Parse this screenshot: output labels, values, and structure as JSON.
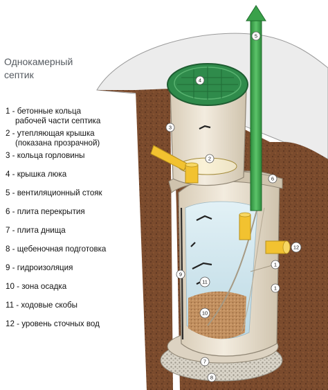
{
  "title": {
    "line1": "Однокамерный",
    "line2": "септик"
  },
  "legend": [
    {
      "num": "1",
      "text": "бетонные кольца рабочей части септика",
      "lines": [
        "1 - бетонные кольца",
        "рабочей части септика"
      ]
    },
    {
      "num": "2",
      "text": "утепляющая крышка (показана прозрачной)",
      "lines": [
        "2 - утепляющая крышка",
        "(показана прозрачной)"
      ]
    },
    {
      "num": "3",
      "text": "кольца горловины",
      "lines": [
        "3 - кольца горловины"
      ]
    },
    {
      "num": "4",
      "text": "крышка люка",
      "lines": [
        "4 - крышка люка"
      ]
    },
    {
      "num": "5",
      "text": "вентиляционный стояк",
      "lines": [
        "5 - вентиляционный стояк"
      ]
    },
    {
      "num": "6",
      "text": "плита перекрытия",
      "lines": [
        "6 - плита перекрытия"
      ]
    },
    {
      "num": "7",
      "text": "плита днища",
      "lines": [
        "7 - плита днища"
      ]
    },
    {
      "num": "8",
      "text": "щебеночная подготовка",
      "lines": [
        "8 - щебеночная подготовка"
      ]
    },
    {
      "num": "9",
      "text": "гидроизоляция",
      "lines": [
        "9 - гидроизоляция"
      ]
    },
    {
      "num": "10",
      "text": "зона осадка",
      "lines": [
        "10 - зона осадка"
      ]
    },
    {
      "num": "11",
      "text": "ходовые скобы",
      "lines": [
        "11 - ходовые скобы"
      ]
    },
    {
      "num": "12",
      "text": "уровень сточных вод",
      "lines": [
        "12 - уровень сточных вод"
      ]
    }
  ],
  "callouts": [
    "1",
    "1",
    "2",
    "3",
    "4",
    "5",
    "6",
    "7",
    "8",
    "9",
    "10",
    "11",
    "12"
  ],
  "colors": {
    "soil": "#7a4a2c",
    "soil_light": "#a06a45",
    "concrete": "#efe6d6",
    "concrete_shade": "#c9bda8",
    "water": "#cfe6ef",
    "lid": "#2f8b4b",
    "pipe_green": "#3aa14a",
    "pipe_yellow": "#f2c230",
    "sludge": "#b9875a",
    "text": "#111111",
    "title": "#555a60"
  }
}
